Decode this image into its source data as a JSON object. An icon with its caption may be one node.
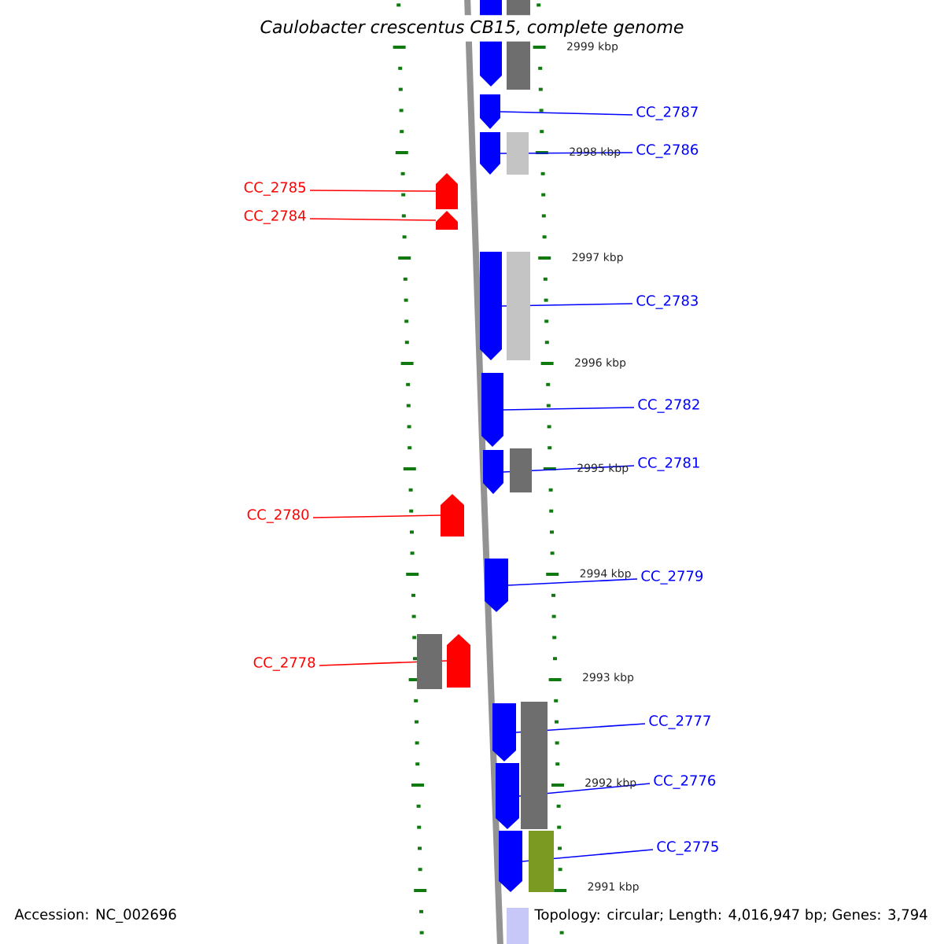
{
  "diagram": {
    "title": "*Caulobacter crescentus* CB15, complete genome",
    "nodes": [
      {
        "text": [
          "CC_2787"
        ]
      },
      {
        "text": [
          "CC_2786"
        ]
      },
      {
        "text": [
          "CC_2785"
        ]
      },
      {
        "text": [
          "CC_2784"
        ]
      },
      {
        "text": [
          "CC_2783"
        ]
      },
      {
        "text": [
          "CC_2782"
        ]
      },
      {
        "text": [
          "CC_2781"
        ]
      },
      {
        "text": [
          "CC_2780"
        ]
      },
      {
        "text": [
          "CC_2779"
        ]
      },
      {
        "text": [
          "CC_2778"
        ]
      },
      {
        "text": [
          "CC_2777"
        ]
      },
      {
        "text": [
          "CC_2776"
        ]
      },
      {
        "text": [
          "CC_2775"
        ]
      },
      {
        "text": [],
        "shape": "pentagon"
      },
      {
        "text": [],
        "shape": "box"
      },
      {
        "text": [],
        "shape": "pentagon"
      },
      {
        "text": [],
        "shape": "pentagon"
      },
      {
        "text": [],
        "shape": "box"
      },
      {
        "text": [],
        "shape": "pentagon"
      },
      {
        "text": [],
        "shape": "pentagon"
      },
      {
        "text": [],
        "shape": "pentagon"
      },
      {
        "text": [],
        "shape": "box"
      },
      {
        "text": [],
        "shape": "pentagon"
      },
      {
        "text": [],
        "shape": "pentagon"
      },
      {
        "text": [],
        "shape": "box"
      },
      {
        "text": [],
        "shape": "pentagon"
      },
      {
        "text": [],
        "shape": "pentagon"
      },
      {
        "text": [],
        "shape": "box"
      },
      {
        "text": [],
        "shape": "pentagon"
      },
      {
        "text": [],
        "shape": "pentagon"
      },
      {
        "text": [],
        "shape": "pentagon"
      },
      {
        "text": [],
        "shape": "pentagon"
      },
      {
        "text": [],
        "shape": "box"
      },
      {
        "text": [],
        "shape": "box"
      },
      {
        "text": [],
        "shape": "box"
      }
    ],
    "edges": [
      {
        "from": 0,
        "to": 15,
        "arrow": "none"
      },
      {
        "from": 1,
        "to": 16,
        "arrow": "none"
      },
      {
        "from": 2,
        "to": 18,
        "arrow": "none",
        "color": "#ff0000"
      },
      {
        "from": 3,
        "to": 19,
        "arrow": "none",
        "color": "#ff0000"
      },
      {
        "from": 4,
        "to": 20,
        "arrow": "none"
      },
      {
        "from": 5,
        "to": 22,
        "arrow": "none"
      },
      {
        "from": 6,
        "to": 23,
        "arrow": "none"
      },
      {
        "from": 7,
        "to": 25,
        "arrow": "none",
        "color": "#ff0000"
      },
      {
        "from": 8,
        "to": 26,
        "arrow": "none"
      },
      {
        "from": 9,
        "to": 28,
        "arrow": "none",
        "color": "#ff0000"
      },
      {
        "from": 10,
        "to": 29,
        "arrow": "none"
      },
      {
        "from": 11,
        "to": 30,
        "arrow": "none"
      },
      {
        "from": 12,
        "to": 31,
        "arrow": "none"
      }
    ],
    "labels": [
      "2999 kbp",
      "2998 kbp",
      "2997 kbp",
      "2996 kbp",
      "2995 kbp",
      "2994 kbp",
      "2993 kbp",
      "2992 kbp",
      "2991 kbp",
      "Accession: NC_002696",
      "Topology: circular; Length: 4,016,947 bp; Genes: 3,794"
    ]
  }
}
